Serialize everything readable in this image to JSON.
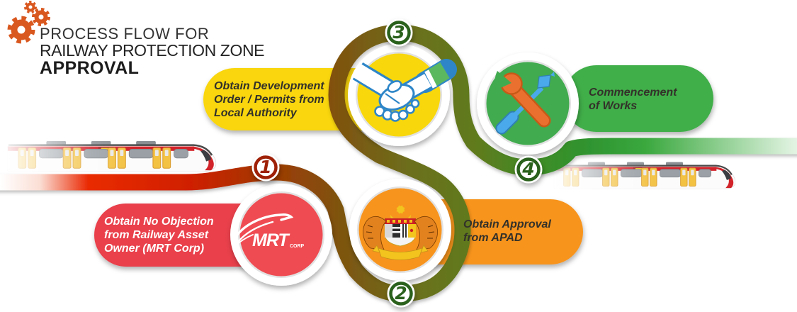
{
  "title": {
    "line1": "PROCESS FLOW FOR",
    "line2": "RAILWAY PROTECTION ZONE",
    "line3": "APPROVAL"
  },
  "steps": [
    {
      "number": "1",
      "lines": [
        "Obtain No Objection",
        "from Railway Asset",
        "Owner (MRT Corp)"
      ],
      "pill_color": "#e9404b",
      "badge_color": "#9e2007",
      "icon": "mrt-corp-logo",
      "circle_color": "#ef4b52"
    },
    {
      "number": "2",
      "lines": [
        "Obtain Approval",
        "from APAD"
      ],
      "pill_color": "#f7941e",
      "badge_color": "#2a611c",
      "icon": "malaysia-coat-of-arms",
      "circle_color": "#f7941e"
    },
    {
      "number": "3",
      "lines": [
        "Obtain Development",
        "Order / Permits from",
        "Local Authority"
      ],
      "pill_color": "#f9d60b",
      "badge_color": "#2a611c",
      "icon": "handshake-icon",
      "circle_color": "#f8d70c"
    },
    {
      "number": "4",
      "lines": [
        "Commencement",
        "of Works"
      ],
      "pill_color": "#3fae49",
      "badge_color": "#2a611c",
      "icon": "tools-icon",
      "circle_color": "#41ab4f"
    }
  ],
  "logo": {
    "mrt_text": "MRT",
    "mrt_sub": "CORP"
  },
  "colors": {
    "path_red": "#d81f02",
    "path_brown": "#94420a",
    "path_olive": "#6b701d",
    "path_green": "#3aa83e",
    "gear_orange": "#d9581f"
  },
  "decorations": {
    "left": "train-illustration",
    "right": "train-illustration",
    "top_left": "gears-icon"
  }
}
